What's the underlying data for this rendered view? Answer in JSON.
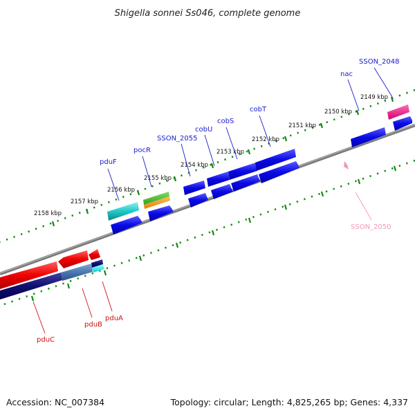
{
  "title": "Shigella sonnei Ss046, complete genome",
  "footer": {
    "accession": "Accession: NC_007384",
    "summary": "Topology: circular; Length: 4,825,265 bp; Genes: 4,337"
  },
  "colors": {
    "forward_label": "#1a1acc",
    "reverse_label": "#cc1111",
    "highlight_label": "#ee99bb",
    "backbone": "#888888",
    "tick": "#118811"
  },
  "kbp_labels": [
    "2149 kbp",
    "2150 kbp",
    "2151 kbp",
    "2152 kbp",
    "2153 kbp",
    "2154 kbp",
    "2155 kbp",
    "2156 kbp",
    "2157 kbp",
    "2158 kbp"
  ],
  "forward_gene_labels": [
    "SSON_2048",
    "nac",
    "cobT",
    "cobS",
    "cobU",
    "SSON_2055",
    "pocR",
    "pduF"
  ],
  "reverse_gene_labels": [
    "pduC",
    "pduB",
    "pduA"
  ],
  "highlight_gene_labels": [
    "SSON_2050"
  ]
}
